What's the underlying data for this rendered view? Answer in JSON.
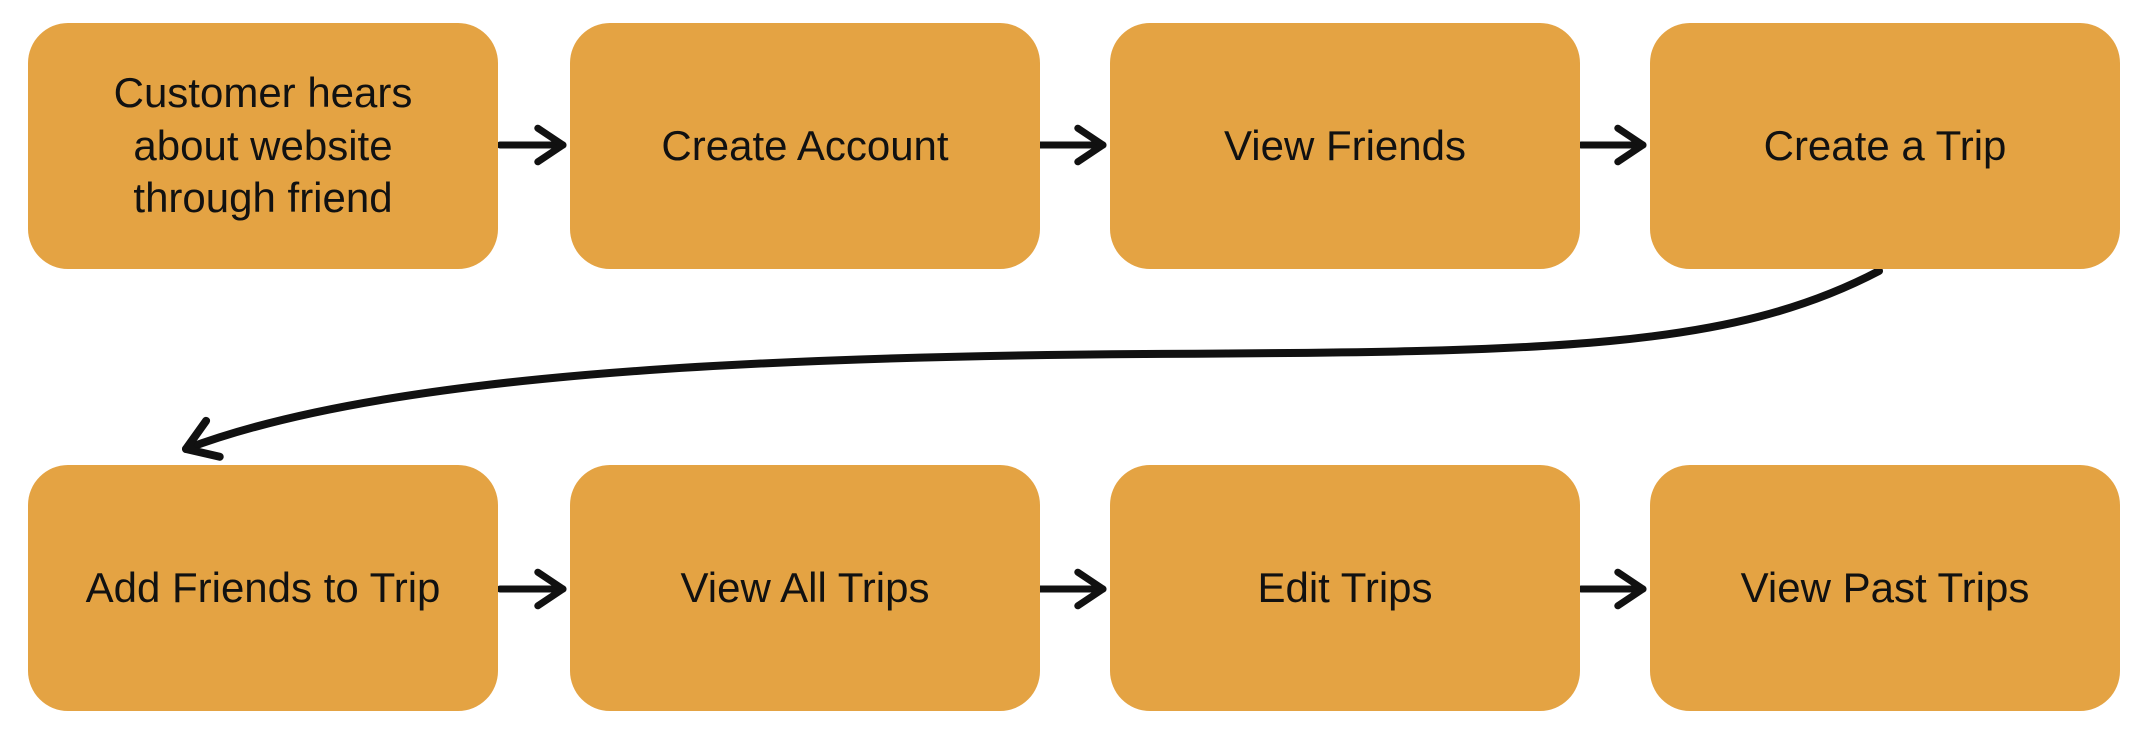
{
  "diagram": {
    "type": "flowchart",
    "colors": {
      "node_fill": "#E4A343",
      "node_text": "#111111",
      "arrow": "#111111",
      "background": "#ffffff"
    },
    "nodes": [
      {
        "label": "Customer hears about website through friend"
      },
      {
        "label": "Create Account"
      },
      {
        "label": "View Friends"
      },
      {
        "label": "Create a Trip"
      },
      {
        "label": "Add Friends to Trip"
      },
      {
        "label": "View All Trips"
      },
      {
        "label": "Edit Trips"
      },
      {
        "label": "View Past Trips"
      }
    ],
    "connections": [
      {
        "from": "Customer hears about website through friend",
        "to": "Create Account",
        "style": "straight"
      },
      {
        "from": "Create Account",
        "to": "View Friends",
        "style": "straight"
      },
      {
        "from": "View Friends",
        "to": "Create a Trip",
        "style": "straight"
      },
      {
        "from": "Create a Trip",
        "to": "Add Friends to Trip",
        "style": "curved"
      },
      {
        "from": "Add Friends to Trip",
        "to": "View All Trips",
        "style": "straight"
      },
      {
        "from": "View All Trips",
        "to": "Edit Trips",
        "style": "straight"
      },
      {
        "from": "Edit Trips",
        "to": "View Past Trips",
        "style": "straight"
      }
    ]
  }
}
